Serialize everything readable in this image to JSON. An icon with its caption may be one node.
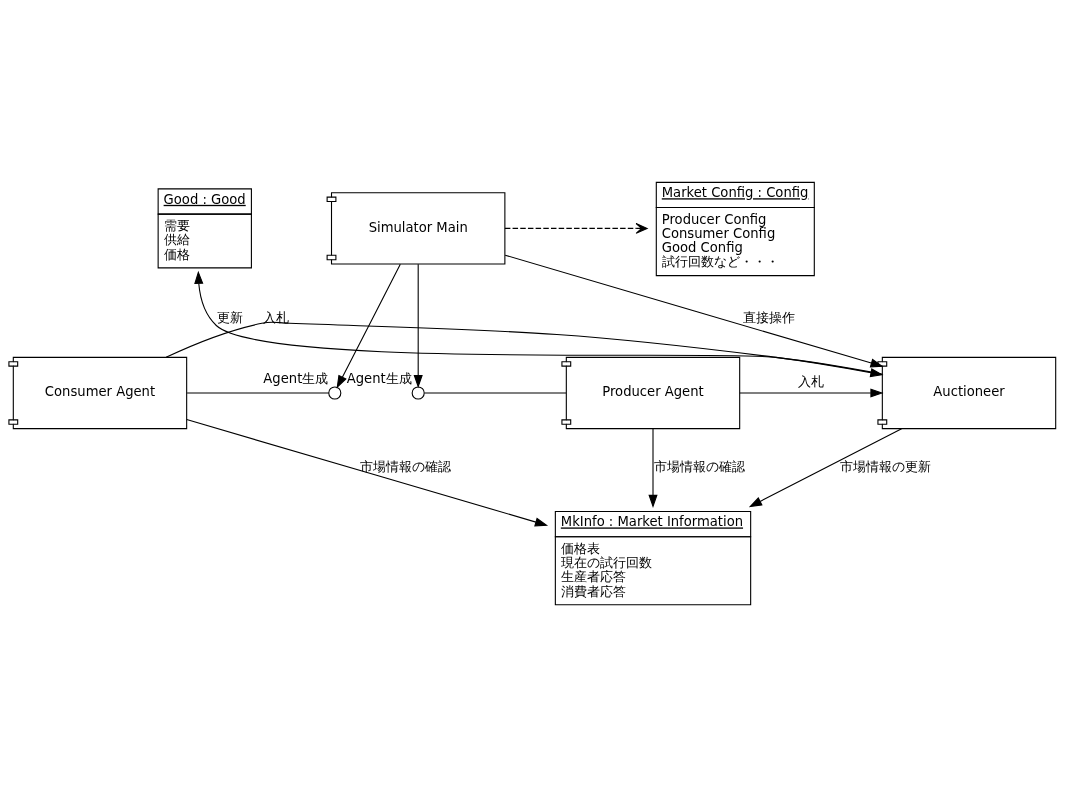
{
  "diagram": {
    "nodes": [
      {
        "text": [
          "Good : Good",
          "需要",
          "供給",
          "価格"
        ]
      },
      {
        "text": [
          "Simulator Main"
        ]
      },
      {
        "text": [
          "Market Config : Config",
          "Producer Config",
          "Consumer Config",
          "Good Config",
          "試行回数など・・・"
        ]
      },
      {
        "text": [],
        "shape": "circle",
        "beside": [
          "Agent生成"
        ]
      },
      {
        "text": [],
        "shape": "circle",
        "beside": [
          "Agent生成"
        ]
      },
      {
        "text": [
          "Consumer Agent"
        ]
      },
      {
        "text": [
          "Auctioneer"
        ]
      },
      {
        "text": [
          "Producer Agent"
        ]
      },
      {
        "text": [
          "MkInfo : Market Information",
          "価格表",
          "現在の試行回数",
          "生産者応答",
          "消費者応答"
        ]
      }
    ],
    "edges": [
      {
        "from": 1,
        "to": 2,
        "arrow": "to",
        "style": "dashed"
      },
      {
        "from": 1,
        "to": 3,
        "arrow": "to"
      },
      {
        "from": 1,
        "to": 6,
        "arrow": "to",
        "label": "直接操作"
      },
      {
        "from": 1,
        "to": 4,
        "arrow": "to"
      },
      {
        "from": 5,
        "to": 3,
        "arrow": "none"
      },
      {
        "from": 7,
        "to": 4,
        "arrow": "none"
      },
      {
        "from": 6,
        "to": 0,
        "arrow": "to",
        "label": "更新"
      },
      {
        "from": 5,
        "to": 6,
        "arrow": "to",
        "label": "入札"
      },
      {
        "from": 7,
        "to": 6,
        "arrow": "to",
        "label": "入札"
      },
      {
        "from": 6,
        "to": 8,
        "arrow": "to",
        "label": "市場情報の更新"
      },
      {
        "from": 5,
        "to": 8,
        "arrow": "to",
        "label": "市場情報の確認"
      },
      {
        "from": 7,
        "to": 8,
        "arrow": "to",
        "label": "市場情報の確認"
      }
    ]
  }
}
